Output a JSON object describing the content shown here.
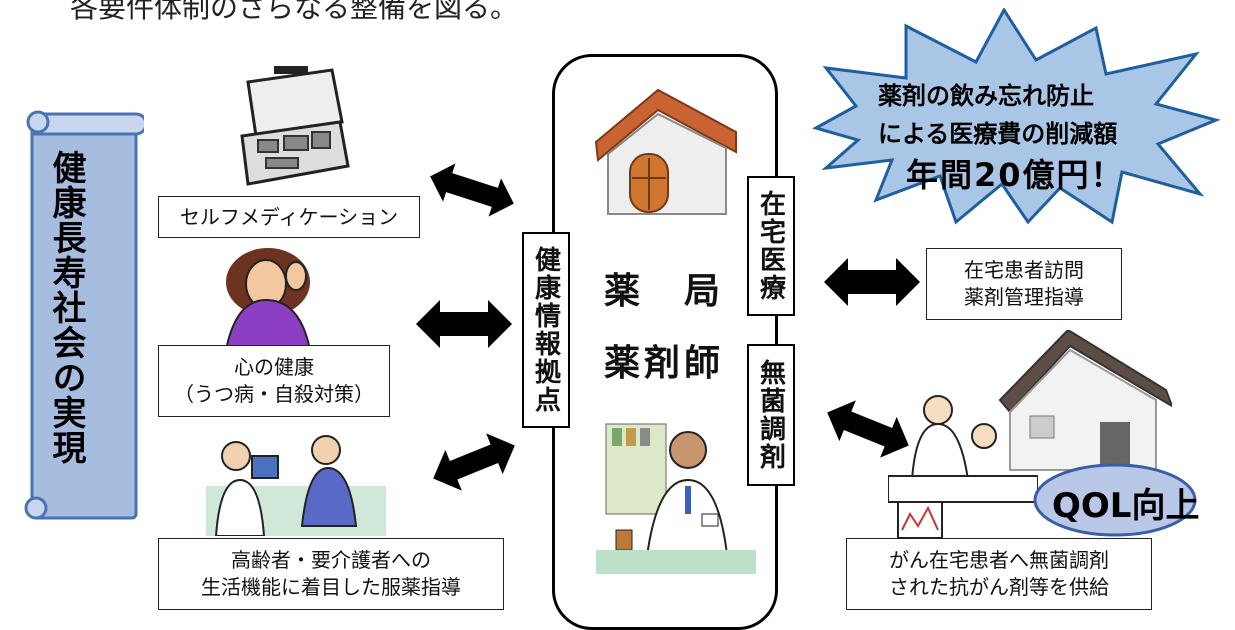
{
  "top_text": "各要件体制のさらなる整備を図る。",
  "scroll_title": "健康長寿社会の実現",
  "center": {
    "line1": "薬　局",
    "line2": "薬剤師",
    "left_vertical": "健康情報拠点",
    "right_top_vertical": "在宅医療",
    "right_bottom_vertical": "無菌調剤"
  },
  "left_boxes": [
    {
      "text": "セルフメディケーション"
    },
    {
      "text": "心の健康\n（うつ病・自殺対策）"
    },
    {
      "text": "高齢者・要介護者への\n生活機能に着目した服薬指導"
    }
  ],
  "right_boxes": [
    {
      "text": "在宅患者訪問\n薬剤管理指導"
    },
    {
      "text": "がん在宅患者へ無菌調剤\nされた抗がん剤等を供給"
    }
  ],
  "starburst": {
    "line1": "薬剤の飲み忘れ防止",
    "line2": "による医療費の削減額",
    "line3": "年間20億円！",
    "fill": "#aac6e6"
  },
  "qol_label": "QOL向上",
  "colors": {
    "scroll_fill": "#a6bde0",
    "scroll_border": "#4a73b3",
    "qol_fill": "#b9c8e6"
  }
}
